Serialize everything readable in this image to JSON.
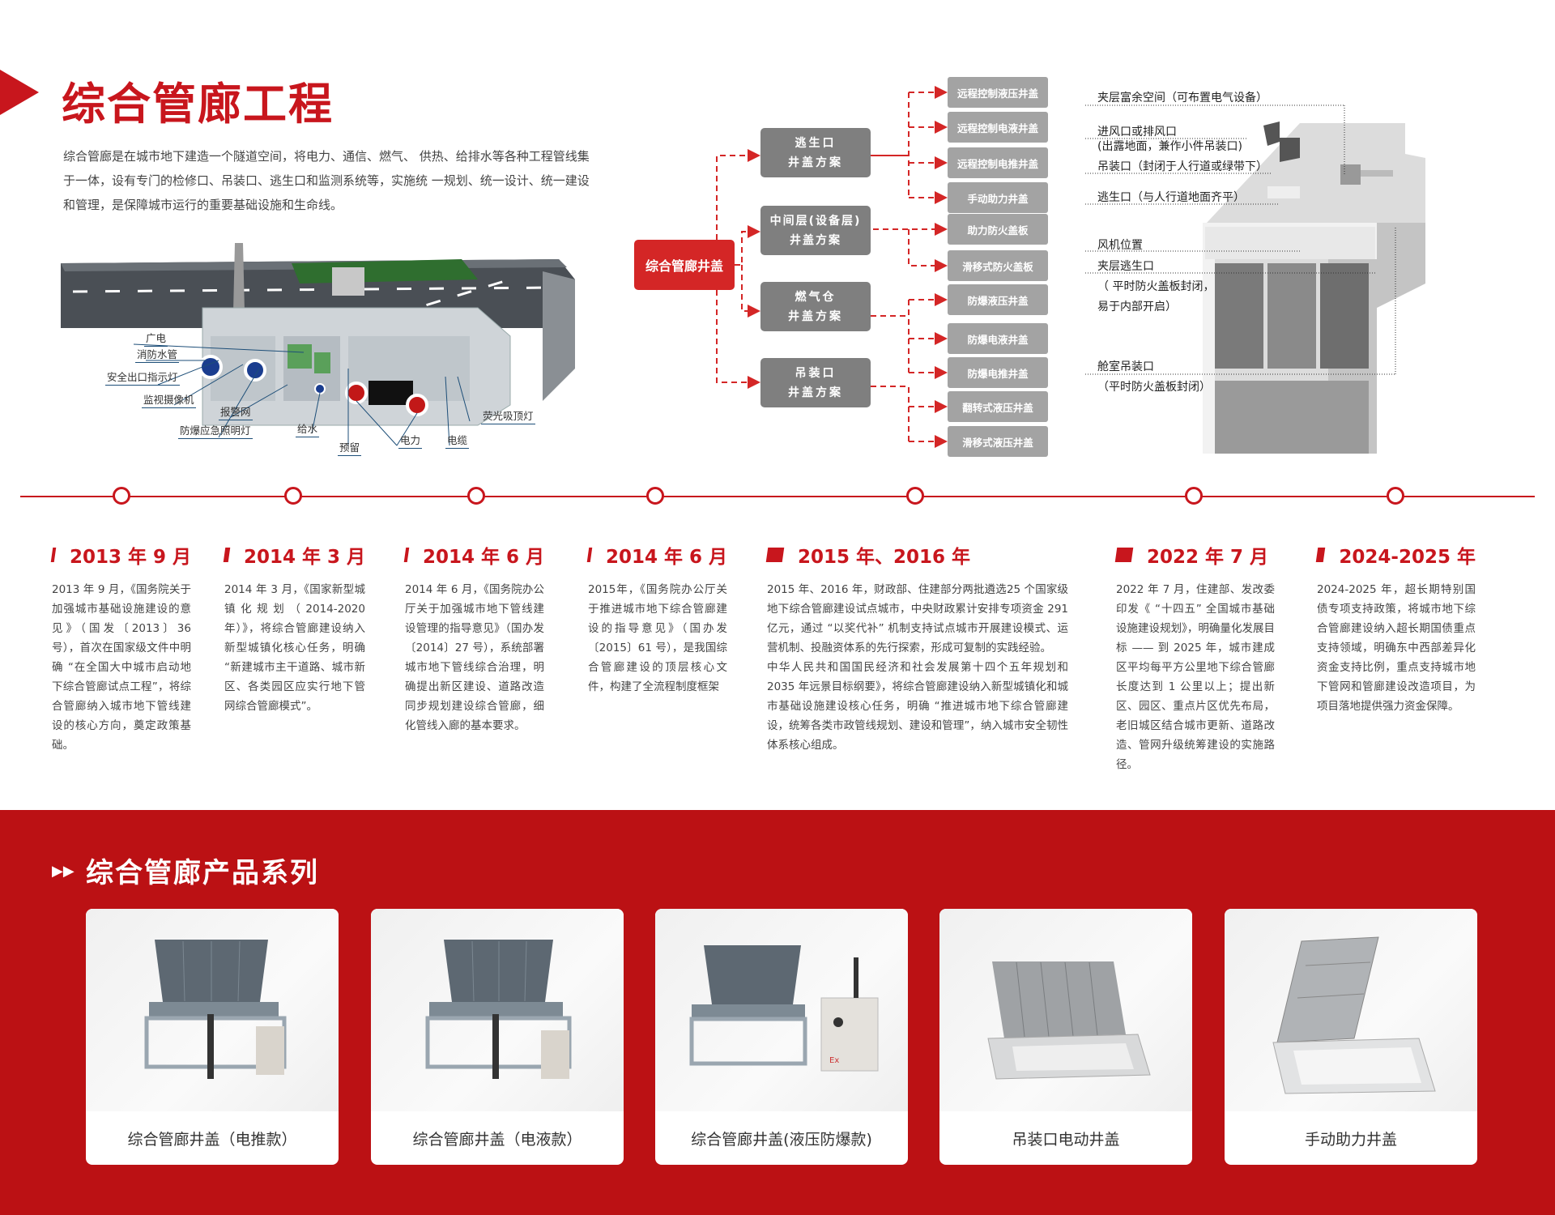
{
  "header": {
    "title": "综合管廊工程",
    "intro": "综合管廊是在城市地下建造一个隧道空间，将电力、通信、燃气、 供热、给排水等各种工程管线集于一体，设有专门的检修口、吊装口、逃生口和监测系统等，实施统 一规划、统一设计、统一建设和管理，是保障城市运行的重要基础设施和生命线。"
  },
  "section_diagram": {
    "labels": [
      "广电",
      "消防水管",
      "安全出口指示灯",
      "监视摄像机",
      "报警网",
      "防爆应急照明灯",
      "给水",
      "预留",
      "电力",
      "电缆",
      "荧光吸顶灯"
    ]
  },
  "flowchart": {
    "root": "综合管廊井盖",
    "branches": [
      {
        "line1": "逃生口",
        "line2": "井盖方案",
        "leaves": [
          "远程控制液压井盖",
          "远程控制电液井盖",
          "远程控制电推井盖",
          "手动助力井盖"
        ]
      },
      {
        "line1": "中间层(设备层)",
        "line2": "井盖方案",
        "leaves": [
          "助力防火盖板",
          "滑移式防火盖板"
        ]
      },
      {
        "line1": "燃气仓",
        "line2": "井盖方案",
        "leaves": [
          "防爆液压井盖",
          "防爆电液井盖",
          "防爆电推井盖"
        ]
      },
      {
        "line1": "吊装口",
        "line2": "井盖方案",
        "leaves": [
          "翻转式液压井盖",
          "滑移式液压井盖"
        ]
      }
    ]
  },
  "structure_diagram": {
    "labels": [
      "夹层富余空间（可布置电气设备）",
      "进风口或排风口",
      "(出露地面，兼作小件吊装口)",
      "吊装口（封闭于人行道或绿带下）",
      "逃生口（与人行道地面齐平）",
      "风机位置",
      "夹层逃生口",
      "（ 平时防火盖板封闭，",
      "易于内部开启）",
      "舱室吊装口",
      "（平时防火盖板封闭）"
    ]
  },
  "timeline": [
    {
      "date": "2013 年 9 月",
      "text": [
        "2013 年 9 月，《国务院关于加强城市基础设施建设的意见》（国发〔2013〕36 号），首次在国家级文件中明确 “在全国大中城市启动地下综合管廊试点工程”，将综合管廊纳入城市地下管线建设的核心方向，奠定政策基础。"
      ]
    },
    {
      "date": "2014 年 3 月",
      "text": [
        "2014 年 3 月，《国家新型城镇化规划（2014-2020 年）》，将综合管廊建设纳入新型城镇化核心任务，明确 “新建城市主干道路、城市新区、各类园区应实行地下管网综合管廊模式”。"
      ]
    },
    {
      "date": "2014 年 6 月",
      "text": [
        "2014 年 6 月，《国务院办公厅关于加强城市地下管线建设管理的指导意见》（国办发〔2014〕27 号），系统部署城市地下管线综合治理，明确提出新区建设、道路改造同步规划建设综合管廊，细化管线入廊的基本要求。"
      ]
    },
    {
      "date": "2014 年 6 月",
      "text": [
        "2015年，《国务院办公厅关于推进城市地下综合管廊建设的指导意见》（国办发〔2015〕61 号），是我国综合管廊建设的顶层核心文件，构建了全流程制度框架"
      ]
    },
    {
      "date": "2015 年、2016 年",
      "text": [
        "2015 年、2016 年，财政部、住建部分两批遴选25 个国家级地下综合管廊建设试点城市，中央财政累计安排专项资金 291 亿元，通过 “以奖代补” 机制支持试点城市开展建设模式、运营机制、投融资体系的先行探索，形成可复制的实践经验。",
        "中华人民共和国国民经济和社会发展第十四个五年规划和 2035 年远景目标纲要》，将综合管廊建设纳入新型城镇化和城市基础设施建设核心任务，明确 “推进城市地下综合管廊建设，统筹各类市政管线规划、建设和管理”，纳入城市安全韧性体系核心组成。"
      ]
    },
    {
      "date": "2022 年 7 月",
      "text": [
        "2022 年 7 月，住建部、发改委印发《 “十四五” 全国城市基础设施建设规划》，明确量化发展目标 —— 到 2025 年，城市建成区平均每平方公里地下综合管廊长度达到 1 公里以上；提出新区、园区、重点片区优先布局，老旧城区结合城市更新、道路改造、管网升级统筹建设的实施路径。"
      ]
    },
    {
      "date": "2024-2025 年",
      "text": [
        "2024-2025 年，超长期特别国债专项支持政策，将城市地下综合管廊建设纳入超长期国债重点支持领域，明确东中西部差异化资金支持比例，重点支持城市地下管网和管廊建设改造项目，为项目落地提供强力资金保障。"
      ]
    }
  ],
  "products": {
    "title": "综合管廊产品系列",
    "items": [
      "综合管廊井盖（电推款）",
      "综合管廊井盖（电液款）",
      "综合管廊井盖(液压防爆款)",
      "吊装口电动井盖",
      "手动助力井盖"
    ]
  },
  "colors": {
    "accent": "#c8161d",
    "band": "#bb1114",
    "mid_box": "#7f7f7f",
    "leaf_box": "#a3a3a3"
  }
}
